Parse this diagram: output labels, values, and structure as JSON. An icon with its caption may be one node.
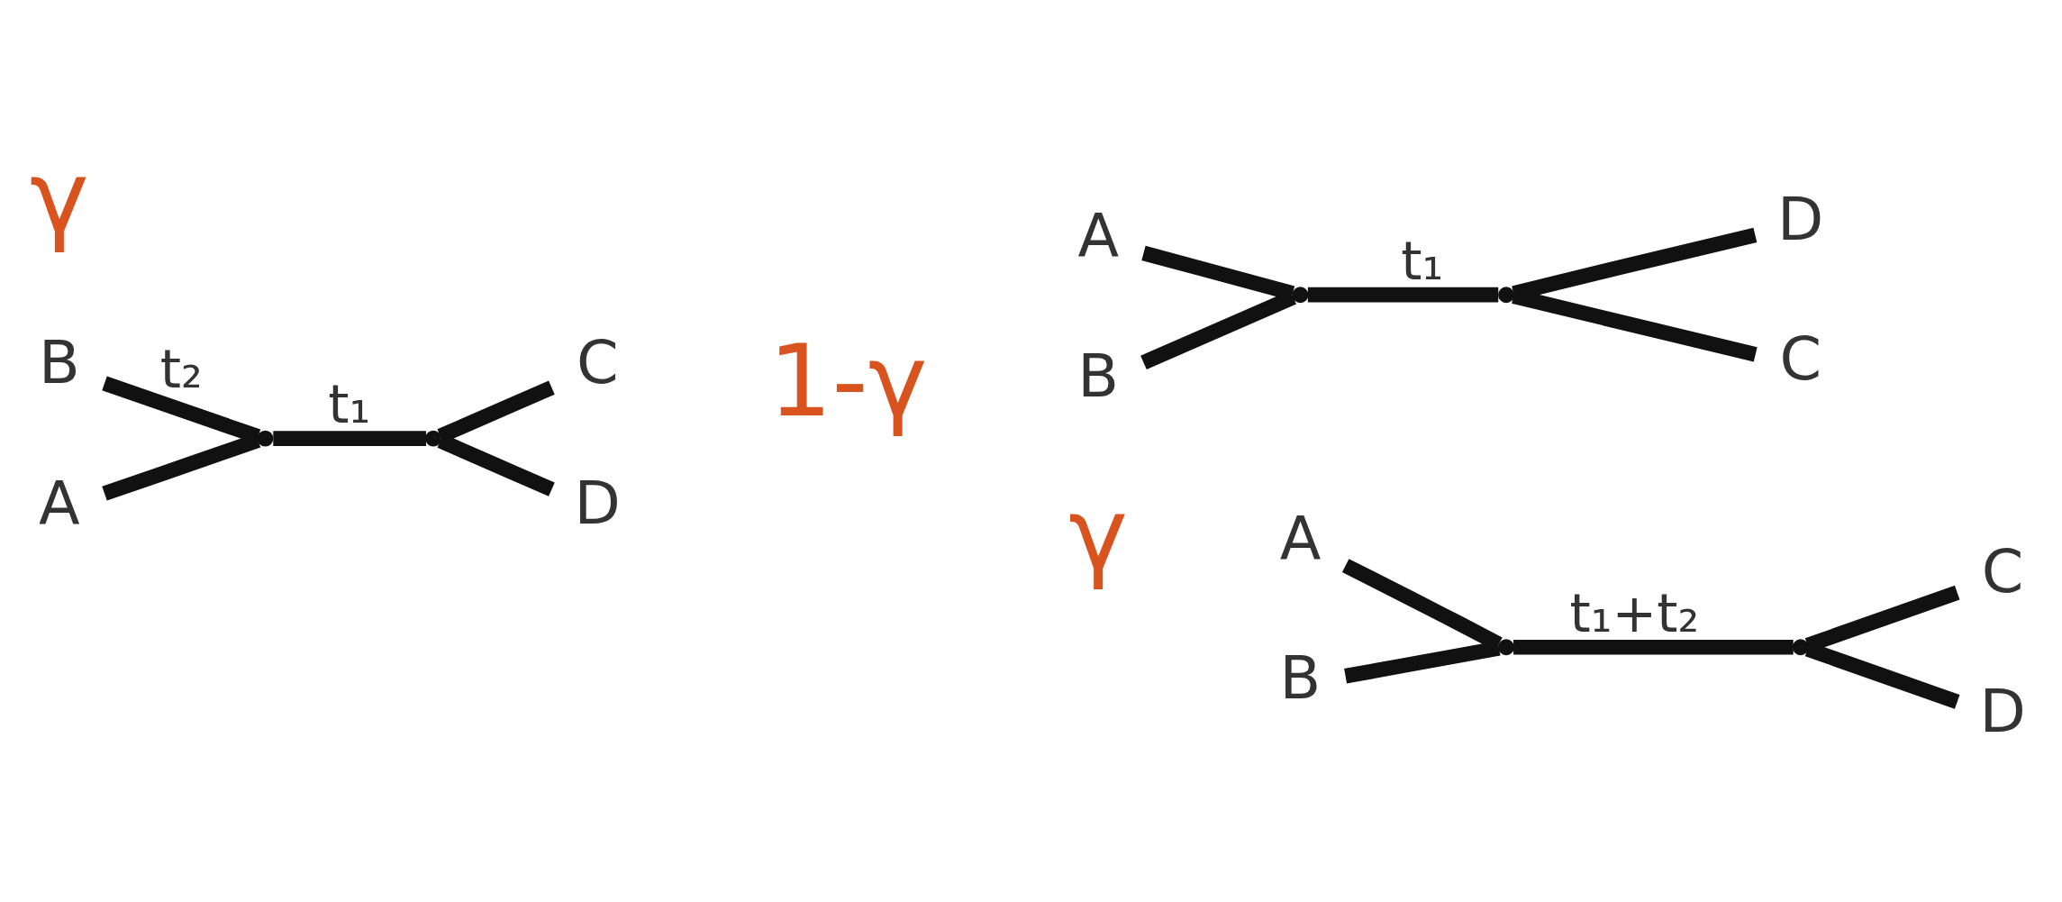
{
  "diagram": {
    "nodes": [
      {
        "text": [
          "B"
        ]
      },
      {
        "text": [
          "A"
        ]
      },
      {
        "text": [],
        "shape": "point"
      },
      {
        "text": [],
        "shape": "point"
      },
      {
        "text": [
          "C"
        ]
      },
      {
        "text": [
          "D"
        ]
      },
      {
        "text": [
          "B"
        ]
      },
      {
        "text": [
          "A"
        ]
      },
      {
        "text": [],
        "shape": "point"
      },
      {
        "text": [],
        "shape": "point"
      },
      {
        "text": [
          "C"
        ]
      },
      {
        "text": [
          "D"
        ]
      },
      {
        "text": [
          "B"
        ]
      },
      {
        "text": [
          "A"
        ]
      },
      {
        "text": [],
        "shape": "point"
      },
      {
        "text": [],
        "shape": "point"
      },
      {
        "text": [
          "C"
        ]
      },
      {
        "text": [
          "D"
        ]
      }
    ],
    "edges": [
      {
        "from": 0,
        "to": 2,
        "arrow": "none",
        "label": "t₂"
      },
      {
        "from": 1,
        "to": 2,
        "arrow": "none"
      },
      {
        "from": 2,
        "to": 3,
        "arrow": "none",
        "label": "t₁"
      },
      {
        "from": 3,
        "to": 4,
        "arrow": "none"
      },
      {
        "from": 3,
        "to": 5,
        "arrow": "none"
      },
      {
        "from": 6,
        "to": 8,
        "arrow": "none"
      },
      {
        "from": 7,
        "to": 8,
        "arrow": "none"
      },
      {
        "from": 8,
        "to": 9,
        "arrow": "none",
        "label": "t₁"
      },
      {
        "from": 9,
        "to": 10,
        "arrow": "none"
      },
      {
        "from": 9,
        "to": 11,
        "arrow": "none"
      },
      {
        "from": 12,
        "to": 14,
        "arrow": "none"
      },
      {
        "from": 13,
        "to": 14,
        "arrow": "none"
      },
      {
        "from": 14,
        "to": 15,
        "arrow": "none",
        "label": "t₁+t₂"
      },
      {
        "from": 15,
        "to": 16,
        "arrow": "none"
      },
      {
        "from": 15,
        "to": 17,
        "arrow": "none"
      }
    ],
    "labels": [
      "γ",
      "1-γ",
      "γ"
    ]
  }
}
